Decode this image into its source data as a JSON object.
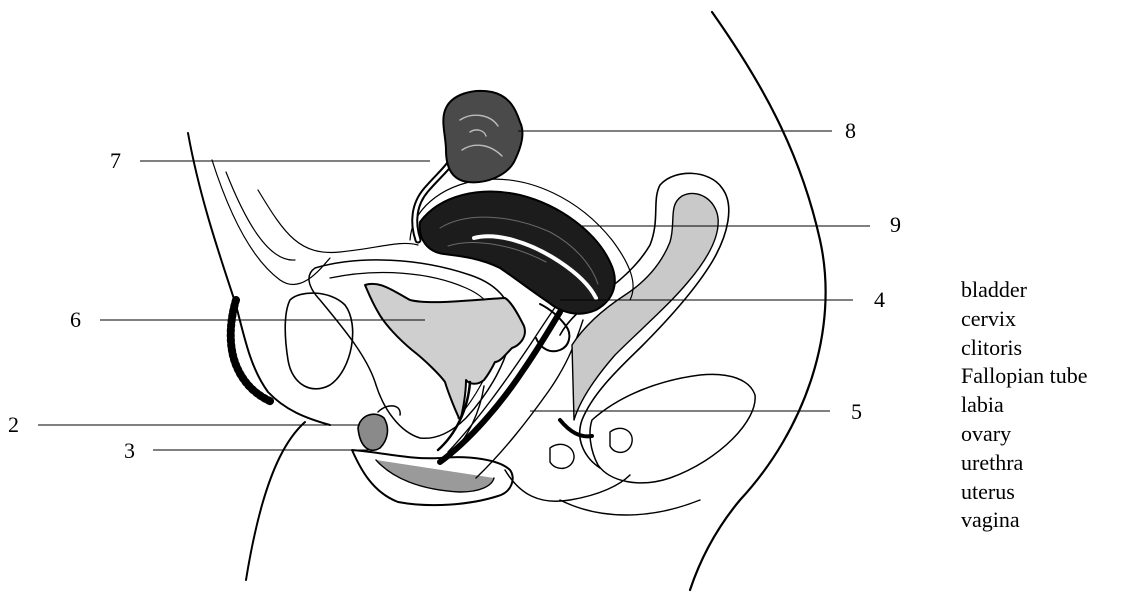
{
  "diagram": {
    "callouts": [
      {
        "id": "2",
        "label": "2"
      },
      {
        "id": "3",
        "label": "3"
      },
      {
        "id": "4",
        "label": "4"
      },
      {
        "id": "5",
        "label": "5"
      },
      {
        "id": "6",
        "label": "6"
      },
      {
        "id": "7",
        "label": "7"
      },
      {
        "id": "8",
        "label": "8"
      },
      {
        "id": "9",
        "label": "9"
      }
    ],
    "word_bank": [
      "bladder",
      "cervix",
      "clitoris",
      "Fallopian tube",
      "labia",
      "ovary",
      "urethra",
      "uterus",
      "vagina"
    ],
    "colors": {
      "ink": "#000000",
      "background": "#ffffff"
    }
  }
}
